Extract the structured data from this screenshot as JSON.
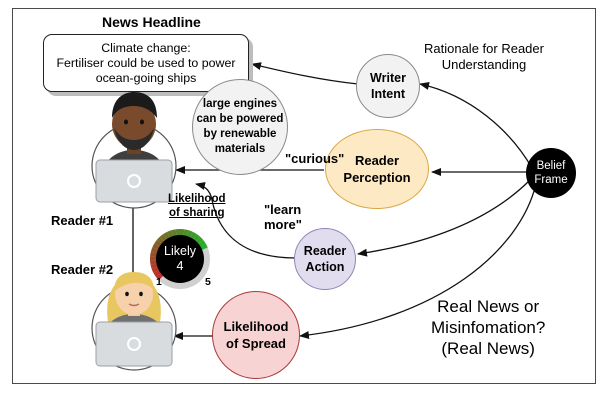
{
  "headline": {
    "title": "News Headline",
    "text": "Climate change:\nFertiliser could be used to power\nocean-going ships"
  },
  "rationale_label": "Rationale for Reader\nUnderstanding",
  "question": "Real News or\nMisinfomation?\n(Real News)",
  "nodes": {
    "writer_intent": "Writer\nIntent",
    "paraphrase": "large engines\ncan be powered\nby renewable\nmaterials",
    "reader_perception": "Reader\nPerception",
    "reader_action": "Reader\nAction",
    "likelihood_spread": "Likelihood\nof Spread",
    "belief_frame": "Belief\nFrame"
  },
  "quotes": {
    "curious": "\"curious\"",
    "learn_more": "\"learn\nmore\""
  },
  "readers": {
    "reader1": "Reader #1",
    "reader2": "Reader #2"
  },
  "gauge": {
    "label": "Likelihood\nof sharing",
    "value_text": "Likely\n4",
    "min_label": "1",
    "max_label": "5",
    "value": 4,
    "min": 1,
    "max": 5
  },
  "colors": {
    "writer_fill": "#f2f2f2",
    "perception_fill": "#fde9c4",
    "perception_stroke": "#d9a844",
    "action_fill": "#e2dcef",
    "action_stroke": "#8f86b3",
    "spread_fill": "#f8d3d3",
    "spread_stroke": "#a83a3a",
    "belief_fill": "#000000"
  },
  "icons": {
    "reader1": "man-with-laptop-icon",
    "reader2": "woman-with-laptop-icon"
  }
}
